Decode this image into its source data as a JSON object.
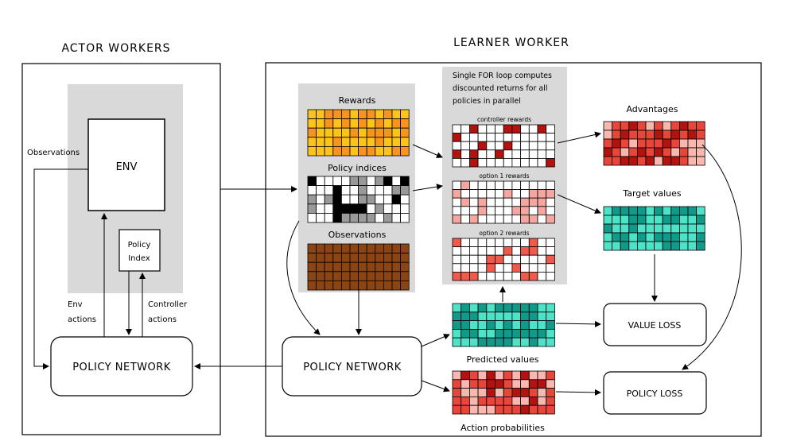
{
  "actor": {
    "title": "ACTOR WORKERS",
    "env": "ENV",
    "observations": "Observations",
    "policy_index": [
      "Policy",
      "Index"
    ],
    "env_actions": [
      "Env",
      "actions"
    ],
    "controller_actions": [
      "Controller",
      "actions"
    ],
    "policy_network": "POLICY NETWORK"
  },
  "learner": {
    "title": "LEARNER WORKER",
    "rewards": "Rewards",
    "policy_indices": "Policy indices",
    "observations": "Observations",
    "loop_note": [
      "Single FOR loop computes",
      "discounted returns for all",
      "policies in parallel"
    ],
    "controller_rewards": "controller rewards",
    "option1_rewards": "option 1 rewards",
    "option2_rewards": "option 2 rewards",
    "advantages": "Advantages",
    "target_values": "Target values",
    "predicted_values": "Predicted values",
    "action_probabilities": "Action probabilities",
    "policy_network": "POLICY NETWORK",
    "value_loss": "VALUE LOSS",
    "policy_loss": "POLICY LOSS"
  },
  "colors": {
    "panel_gray": "#d9d9d9",
    "rewards_orange": "#f7941d",
    "rewards_yellow": "#fcc419",
    "indices_black": "#000000",
    "indices_gray": "#999999",
    "observations_brown": "#8b4513",
    "controller_red": "#b3130f",
    "option_pink": "#f4a6a0",
    "option_red": "#f05a4a",
    "advantages_red": "#e8463a",
    "advantages_pink": "#f8b8b0",
    "teal_light": "#4de3c9",
    "teal_dark": "#11998a"
  }
}
